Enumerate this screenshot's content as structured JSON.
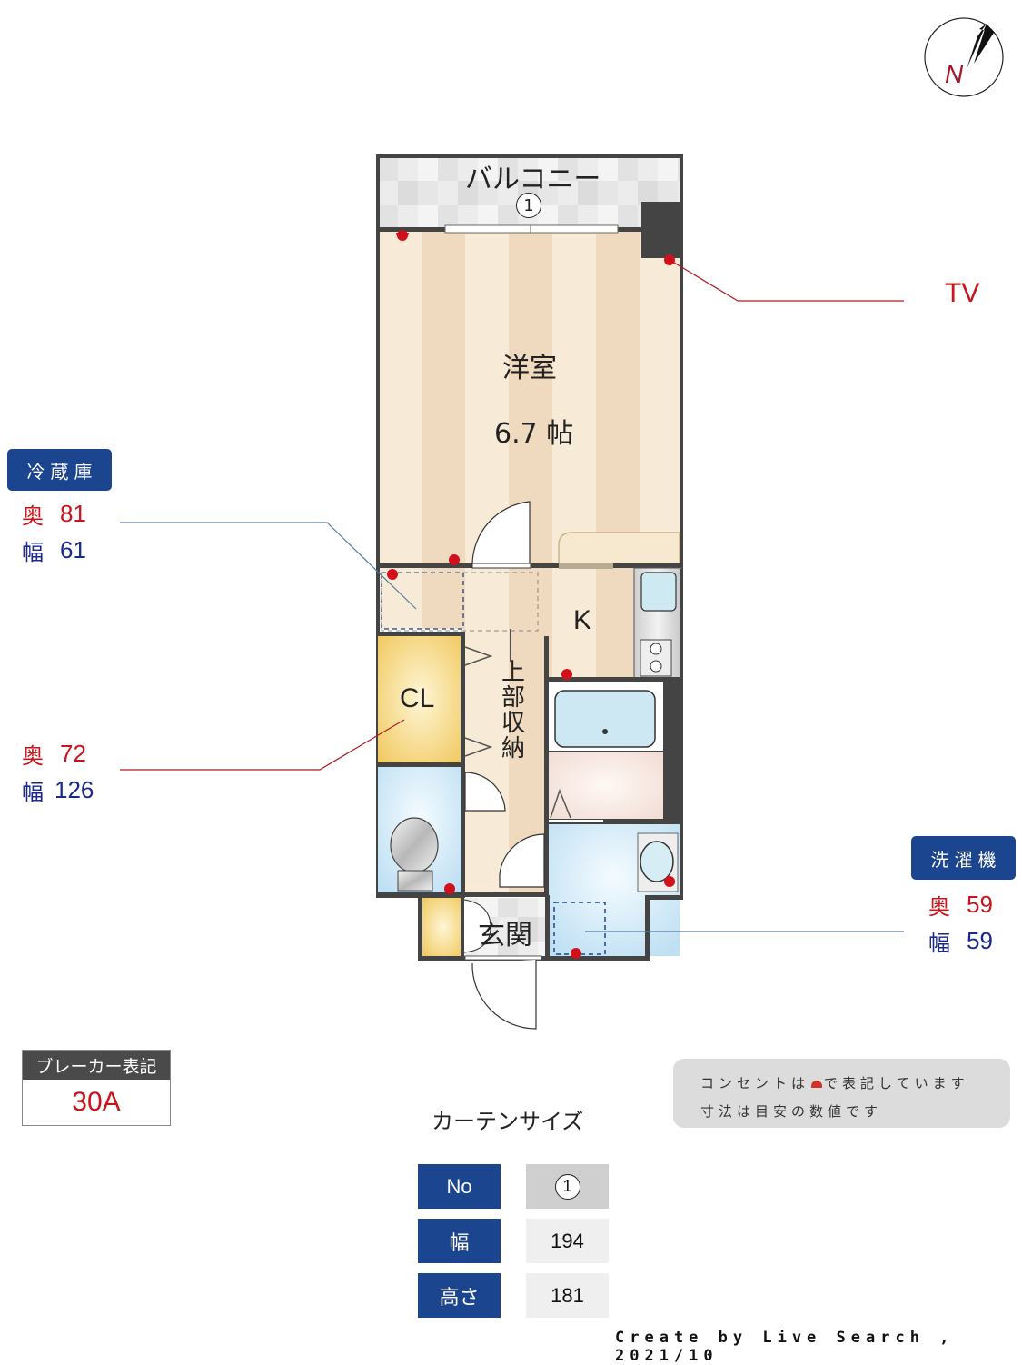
{
  "compass": {
    "icon": "north-arrow-icon",
    "letter": "N"
  },
  "rooms": {
    "balcony": {
      "label": "バルコニー",
      "curtain_no": "1"
    },
    "western_room": {
      "label": "洋室",
      "size": "6.7 帖"
    },
    "kitchen": {
      "label": "K"
    },
    "closet": {
      "label": "CL"
    },
    "upper_storage": {
      "label": "上部収納"
    },
    "entrance": {
      "label": "玄関"
    }
  },
  "annotations": {
    "tv": {
      "label": "TV"
    },
    "fridge": {
      "title": "冷蔵庫",
      "depth_key": "奥",
      "depth": "81",
      "width_key": "幅",
      "width": "61"
    },
    "closet_dims": {
      "depth_key": "奥",
      "depth": "72",
      "width_key": "幅",
      "width": "126"
    },
    "washer": {
      "title": "洗濯機",
      "depth_key": "奥",
      "depth": "59",
      "width_key": "幅",
      "width": "59"
    }
  },
  "breaker": {
    "title": "ブレーカー表記",
    "value": "30A"
  },
  "note": {
    "line1_pre": "コンセントは",
    "line1_post": "で表記しています",
    "line2": "寸法は目安の数値です"
  },
  "curtain": {
    "title": "カーテンサイズ",
    "rows": [
      {
        "label": "No",
        "value": "1"
      },
      {
        "label": "幅",
        "value": "194"
      },
      {
        "label": "高さ",
        "value": "181"
      }
    ]
  },
  "footer": "Create by Live Search , 2021/10",
  "colors": {
    "accent_blue": "#1c4590",
    "outlet_red": "#d0101a",
    "wall": "#444444",
    "floor_light": "#f6e8d3",
    "floor_dark": "#efd8bd"
  }
}
